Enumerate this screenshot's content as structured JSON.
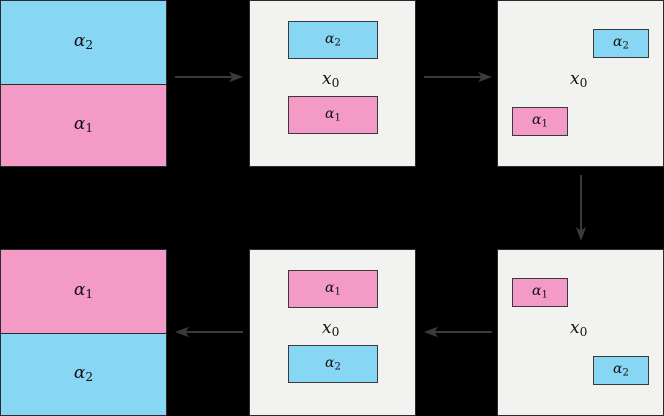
{
  "diagram": {
    "title": "braiding-exchange-sequence",
    "colors": {
      "alpha1": "#f39ac6",
      "alpha2": "#86d6f4",
      "panel_background": "#f2f2f0",
      "outer_background": "#000000",
      "border": "#2b2b2b",
      "arrow": "#3a3a3a"
    },
    "labels": {
      "alpha1": "α",
      "alpha1_sub": "1",
      "alpha2": "α",
      "alpha2_sub": "2",
      "x0": "x",
      "x0_sub": "0"
    },
    "panels": [
      {
        "id": "panel-top-left",
        "type": "split",
        "position": "top-left",
        "bands": [
          {
            "label": "α",
            "sub": "2",
            "color": "#86d6f4",
            "name": "alpha2"
          },
          {
            "label": "α",
            "sub": "1",
            "color": "#f39ac6",
            "name": "alpha1"
          }
        ]
      },
      {
        "id": "panel-top-middle",
        "type": "framed",
        "position": "top-middle",
        "center_label": "x",
        "center_sub": "0",
        "chips": [
          {
            "label": "α",
            "sub": "2",
            "color": "#86d6f4",
            "name": "alpha2",
            "placement": "top-center"
          },
          {
            "label": "α",
            "sub": "1",
            "color": "#f39ac6",
            "name": "alpha1",
            "placement": "bottom-center"
          }
        ]
      },
      {
        "id": "panel-top-right",
        "type": "framed",
        "position": "top-right",
        "center_label": "x",
        "center_sub": "0",
        "chips": [
          {
            "label": "α",
            "sub": "2",
            "color": "#86d6f4",
            "name": "alpha2",
            "placement": "top-right"
          },
          {
            "label": "α",
            "sub": "1",
            "color": "#f39ac6",
            "name": "alpha1",
            "placement": "bottom-left"
          }
        ]
      },
      {
        "id": "panel-bottom-right",
        "type": "framed",
        "position": "bottom-right",
        "center_label": "x",
        "center_sub": "0",
        "chips": [
          {
            "label": "α",
            "sub": "1",
            "color": "#f39ac6",
            "name": "alpha1",
            "placement": "top-left"
          },
          {
            "label": "α",
            "sub": "2",
            "color": "#86d6f4",
            "name": "alpha2",
            "placement": "bottom-right"
          }
        ]
      },
      {
        "id": "panel-bottom-middle",
        "type": "framed",
        "position": "bottom-middle",
        "center_label": "x",
        "center_sub": "0",
        "chips": [
          {
            "label": "α",
            "sub": "1",
            "color": "#f39ac6",
            "name": "alpha1",
            "placement": "top-center"
          },
          {
            "label": "α",
            "sub": "2",
            "color": "#86d6f4",
            "name": "alpha2",
            "placement": "bottom-center"
          }
        ]
      },
      {
        "id": "panel-bottom-left",
        "type": "split",
        "position": "bottom-left",
        "bands": [
          {
            "label": "α",
            "sub": "1",
            "color": "#f39ac6",
            "name": "alpha1"
          },
          {
            "label": "α",
            "sub": "2",
            "color": "#86d6f4",
            "name": "alpha2"
          }
        ]
      }
    ],
    "arrows": [
      {
        "id": "arrow-top-left-to-middle",
        "direction": "right"
      },
      {
        "id": "arrow-top-middle-to-right",
        "direction": "right"
      },
      {
        "id": "arrow-right-down",
        "direction": "down"
      },
      {
        "id": "arrow-bottom-right-to-middle",
        "direction": "left"
      },
      {
        "id": "arrow-bottom-middle-to-left",
        "direction": "left"
      }
    ]
  }
}
